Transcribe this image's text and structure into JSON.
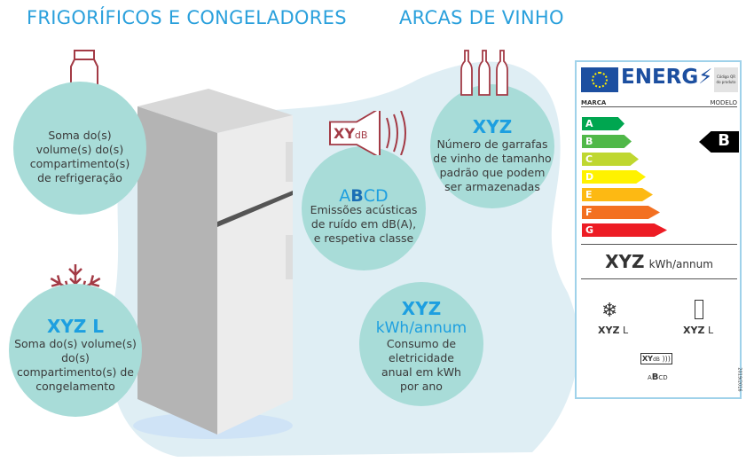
{
  "headings": {
    "fridges": "FRIGORÍFICOS E CONGELADORES",
    "wine": "ARCAS DE VINHO"
  },
  "circles": {
    "fridge_volume": {
      "text": "Soma do(s) volume(s) do(s) compartimento(s) de refrigeração"
    },
    "freezer_volume": {
      "value": "XYZ L",
      "text": "Soma do(s) volume(s) do(s) compartimento(s) de congelamento"
    },
    "noise": {
      "icon_value": "XY",
      "icon_unit": "dB",
      "class_a": "A",
      "class_b": "B",
      "class_cd": "CD",
      "text": "Emissões acústicas de ruído em dB(A), e respetiva classe"
    },
    "wine": {
      "value": "XYZ",
      "text": "Número de garrafas de vinho de tamanho padrão que podem ser armazenadas"
    },
    "energy": {
      "value": "XYZ",
      "unit": "kWh/annum",
      "text": "Consumo de eletricidade anual em kWh por ano"
    }
  },
  "label": {
    "logo": "ENERG",
    "qr": "Código QR do produto",
    "brand": "MARCA",
    "model": "MODELO",
    "classes": [
      {
        "letter": "A",
        "color": "#00a650"
      },
      {
        "letter": "B",
        "color": "#50b848"
      },
      {
        "letter": "C",
        "color": "#bfd730"
      },
      {
        "letter": "D",
        "color": "#fff200"
      },
      {
        "letter": "E",
        "color": "#fdb913"
      },
      {
        "letter": "F",
        "color": "#f37021"
      },
      {
        "letter": "G",
        "color": "#ed1c24"
      }
    ],
    "rating": "B",
    "consumption": "XYZ",
    "consumption_unit": "kWh/annum",
    "freezer": "XYZ",
    "fridge": "XYZ",
    "litre": "L",
    "noise_value": "XY",
    "noise_unit": "dB",
    "noise_a": "A",
    "noise_b": "B",
    "noise_cd": "CD",
    "regulation": "2019/2016"
  }
}
